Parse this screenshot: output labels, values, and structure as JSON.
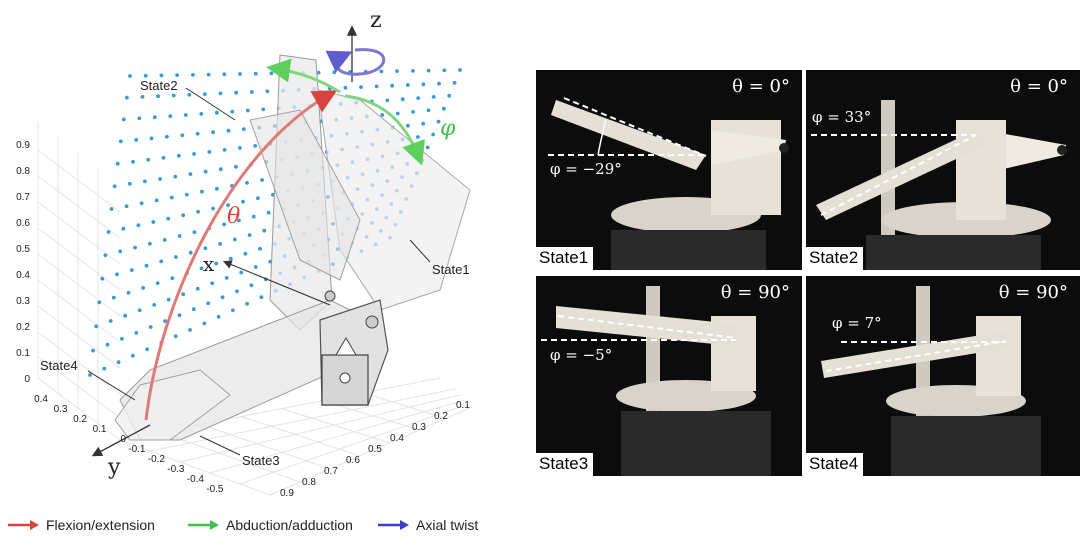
{
  "plot": {
    "axis_letters": {
      "z": "z",
      "x": "x",
      "y": "y"
    },
    "z_ticks": [
      "0.9",
      "0.8",
      "0.7",
      "0.6",
      "0.5",
      "0.4",
      "0.3",
      "0.2",
      "0.1",
      "0"
    ],
    "y_ticks": [
      "0.4",
      "0.3",
      "0.2",
      "0.1",
      "0",
      "-0.1",
      "-0.2",
      "-0.3",
      "-0.4",
      "-0.5"
    ],
    "x_ticks": [
      "0.1",
      "0.2",
      "0.3",
      "0.4",
      "0.5",
      "0.6",
      "0.7",
      "0.8",
      "0.9"
    ],
    "state_labels": {
      "state1": "State1",
      "state2": "State2",
      "state3": "State3",
      "state4": "State4"
    },
    "theta": "θ",
    "phi": "φ"
  },
  "photos": [
    {
      "state": "State1",
      "theta": "θ = 0°",
      "phi": "φ = −29°"
    },
    {
      "state": "State2",
      "theta": "θ = 0°",
      "phi": "φ = 33°"
    },
    {
      "state": "State3",
      "theta": "θ = 90°",
      "phi": "φ = −5°"
    },
    {
      "state": "State4",
      "theta": "θ = 90°",
      "phi": "φ = 7°"
    }
  ],
  "legend": [
    {
      "label": "Flexion/extension",
      "color": "#d9433f"
    },
    {
      "label": "Abduction/adduction",
      "color": "#3cc24a"
    },
    {
      "label": "Axial twist",
      "color": "#3b3fc9"
    }
  ],
  "colors": {
    "points": "#3a9ad9",
    "theta_arc": "#e07a76",
    "phi_arc": "#7fd67f",
    "twist": "#7a78d6"
  }
}
